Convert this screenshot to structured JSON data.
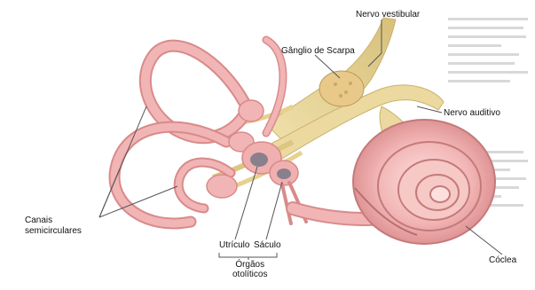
{
  "labels": {
    "nervo_vestibular": "Nervo vestibular",
    "ganglio_scarpa": "Gânglio de Scarpa",
    "nervo_auditivo": "Nervo auditivo",
    "canais_line1": "Canais",
    "canais_line2": "semicirculares",
    "utriculo": "Utrículo",
    "saculo": "Sáculo",
    "orgaos_line1": "Órgãos",
    "orgaos_line2": "otolíticos",
    "coclea": "Cóclea"
  },
  "colors": {
    "membrane": "#f2b5b5",
    "membrane_dark": "#d98a8a",
    "membrane_light": "#fbe0de",
    "nerve": "#e8d79a",
    "nerve_dark": "#c9b26a",
    "cavity": "#8a7f8c",
    "leader": "#555555"
  }
}
